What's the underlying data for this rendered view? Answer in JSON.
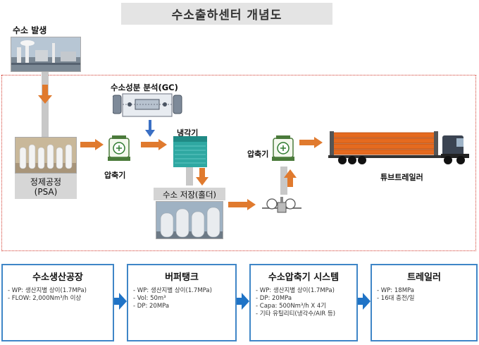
{
  "title": "수소출하센터 개념도",
  "labels": {
    "source": "수소 발생",
    "gc": "수소성분 분석(GC)",
    "cooler": "냉각기",
    "compressor1": "압축기",
    "compressor2": "압축기",
    "purification_line1": "정제공정",
    "purification_line2": "(PSA)",
    "storage": "수소 저장(홀더)",
    "trailer": "튜브트레일러"
  },
  "boxes": [
    {
      "title": "수소생산공장",
      "items": [
        "WP: 생산지별 상이(1.7MPa)",
        "FLOW: 2,000Nm³/h 이상"
      ]
    },
    {
      "title": "버퍼탱크",
      "items": [
        "WP: 생산지별 상이(1.7MPa)",
        "Vol: 50m³",
        "DP: 20MPa"
      ]
    },
    {
      "title": "수소압축기 시스템",
      "items": [
        "WP: 생산지별 상이(1.7MPa)",
        "DP: 20MPa",
        "Capa: 500Nm³/h X 4기",
        "기타 유틸리티(냉각수/AIR 등)"
      ]
    },
    {
      "title": "트레일러",
      "items": [
        "WP: 18MPa",
        "16대 충전/일"
      ]
    }
  ],
  "colors": {
    "flow_arrow": "#e07a2e",
    "gc_arrow": "#3a6fc4",
    "box_border": "#3f86c7",
    "big_arrow": "#1f73c6",
    "dotted_border": "#d23a2e"
  }
}
